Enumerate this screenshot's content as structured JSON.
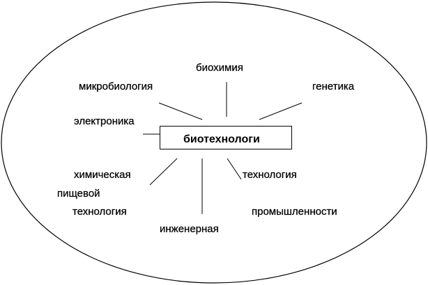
{
  "center": "биотехнологи",
  "labels": {
    "biochemistry": "биохимия",
    "microbiology": "микробиология",
    "genetics": "генетика",
    "electronics": "электроника",
    "chemical": "химическая",
    "food": "пищевой",
    "technology_left": "технология",
    "technology_right": "технология",
    "engineering": "инженерная",
    "industry": "промышленности"
  }
}
